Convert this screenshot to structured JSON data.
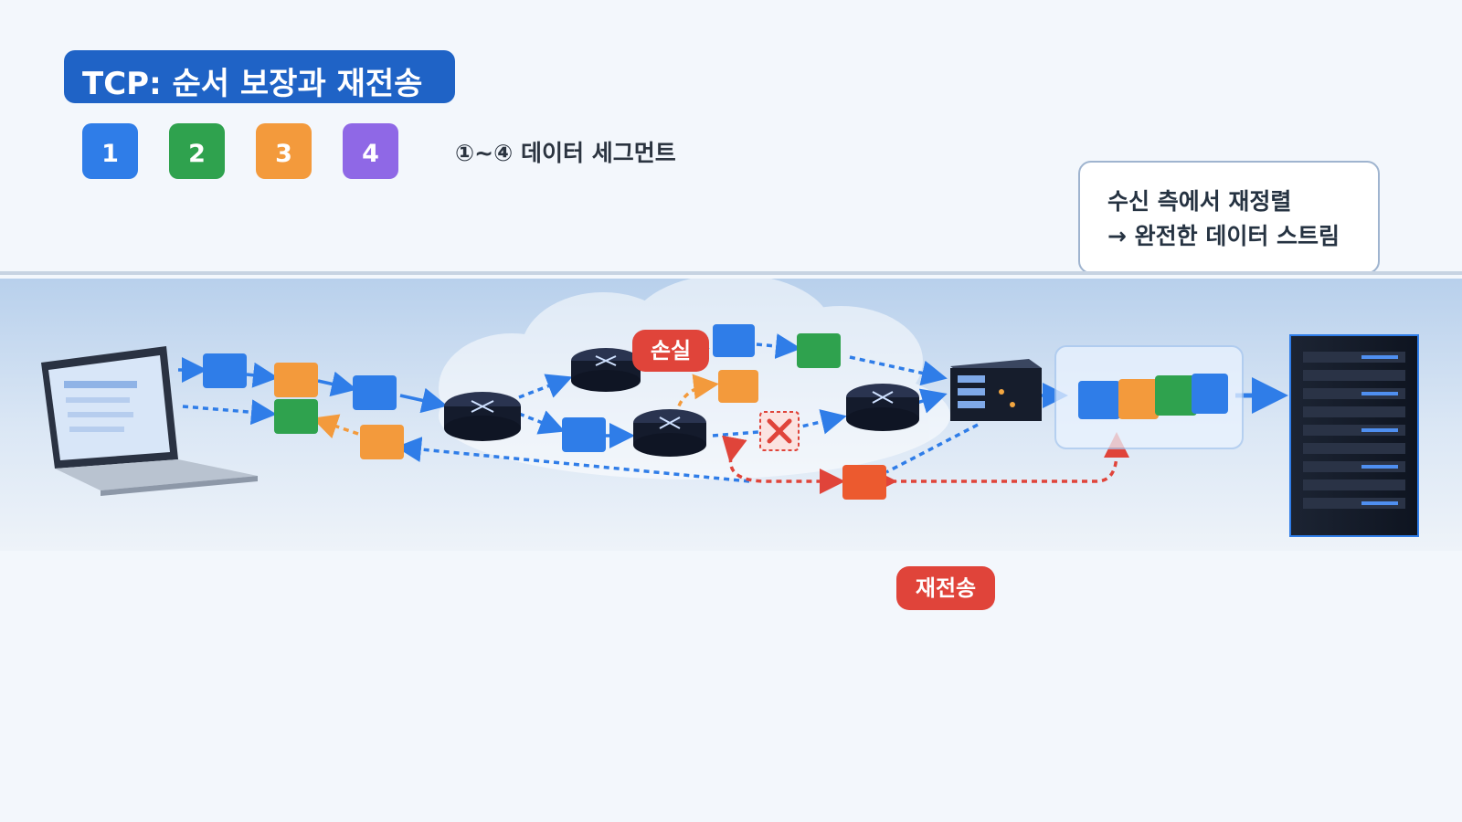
{
  "title": "TCP: 순서 보장과 재전송",
  "legend": {
    "items": [
      {
        "label": "1",
        "color": "#2f7de8"
      },
      {
        "label": "2",
        "color": "#2fa24e"
      },
      {
        "label": "3",
        "color": "#f39a3c"
      },
      {
        "label": "4",
        "color": "#8f68e6"
      }
    ],
    "caption": "①~④ 데이터 세그먼트"
  },
  "callout": {
    "line1": "수신 측에서 재정렬",
    "line2": "→ 완전한 데이터 스트림"
  },
  "labels": {
    "loss": "손실",
    "retransmit": "재전송"
  },
  "colors": {
    "blue": "#2f7de8",
    "green": "#2fa24e",
    "orange": "#f39a3c",
    "purple": "#8f68e6",
    "red": "#e0443a",
    "title_bg": "#1f63c6"
  }
}
